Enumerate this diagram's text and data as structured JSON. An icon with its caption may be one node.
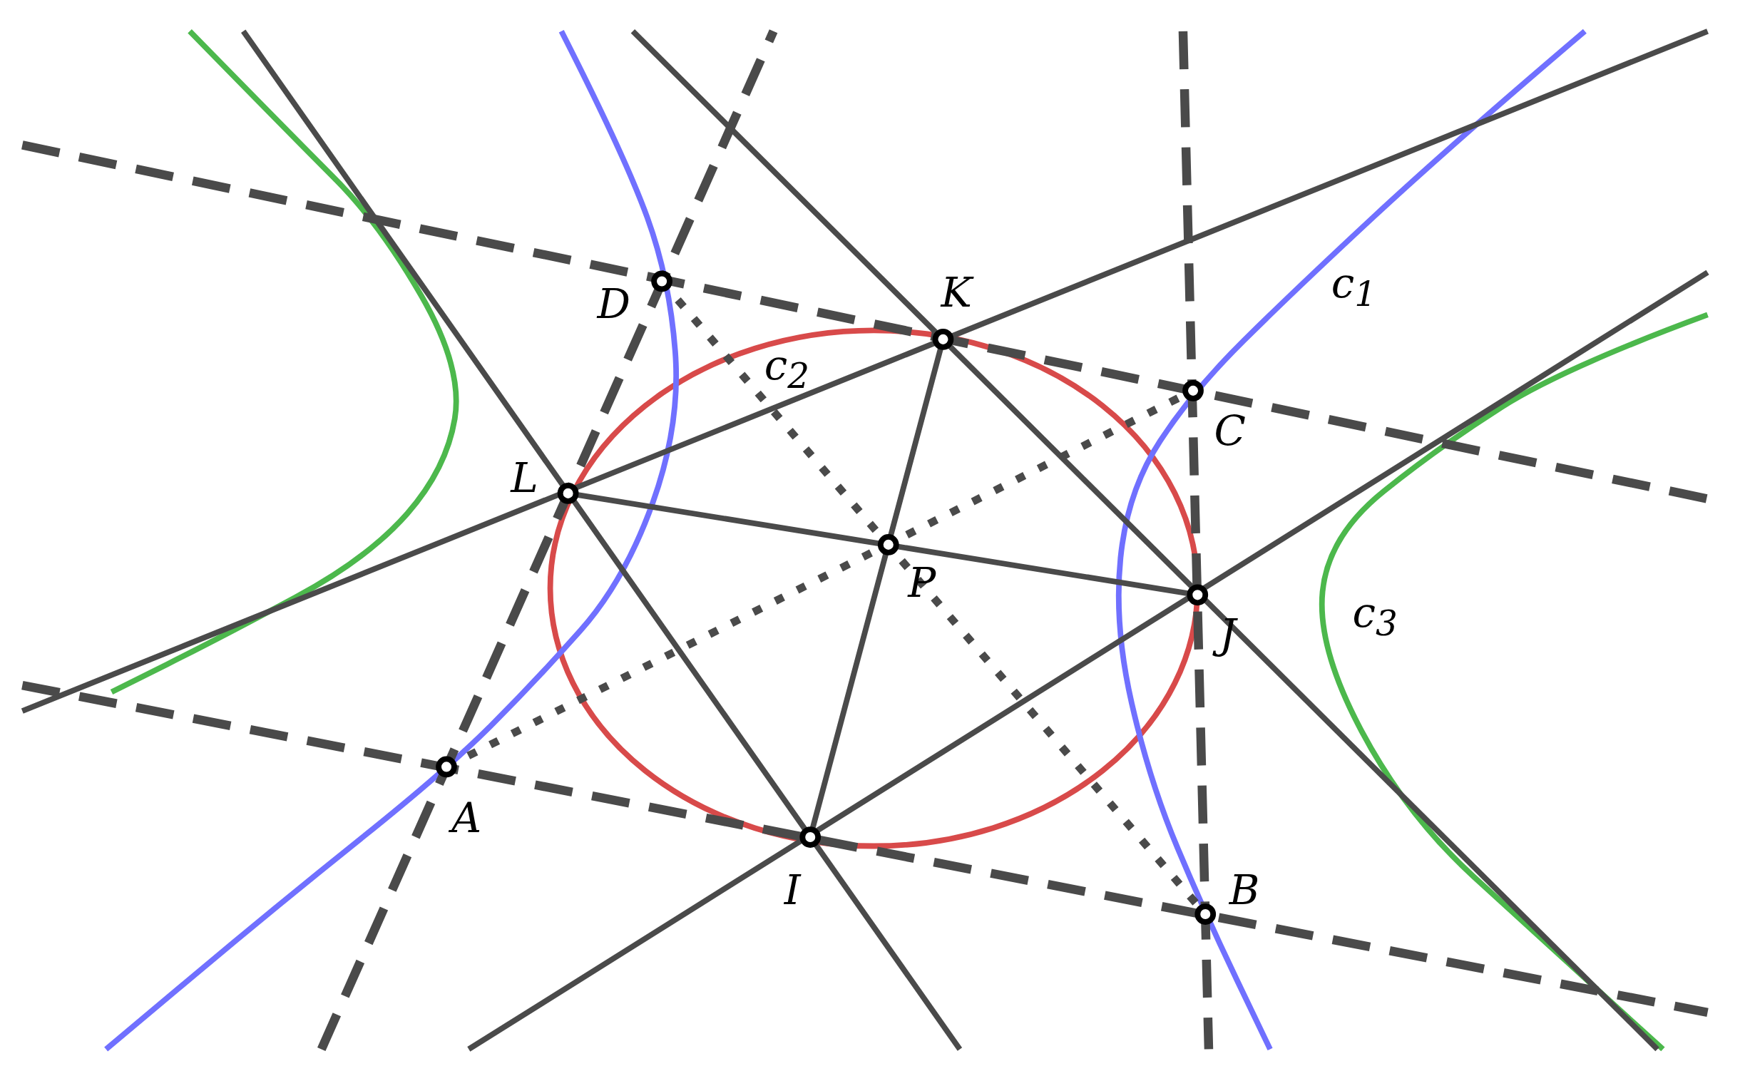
{
  "diagram": {
    "labels": [
      "D",
      "K",
      "c$_{1}$",
      "c$_{2}$",
      "C",
      "L",
      "P",
      "J",
      "c$_{3}$",
      "A",
      "I",
      "B"
    ]
  }
}
